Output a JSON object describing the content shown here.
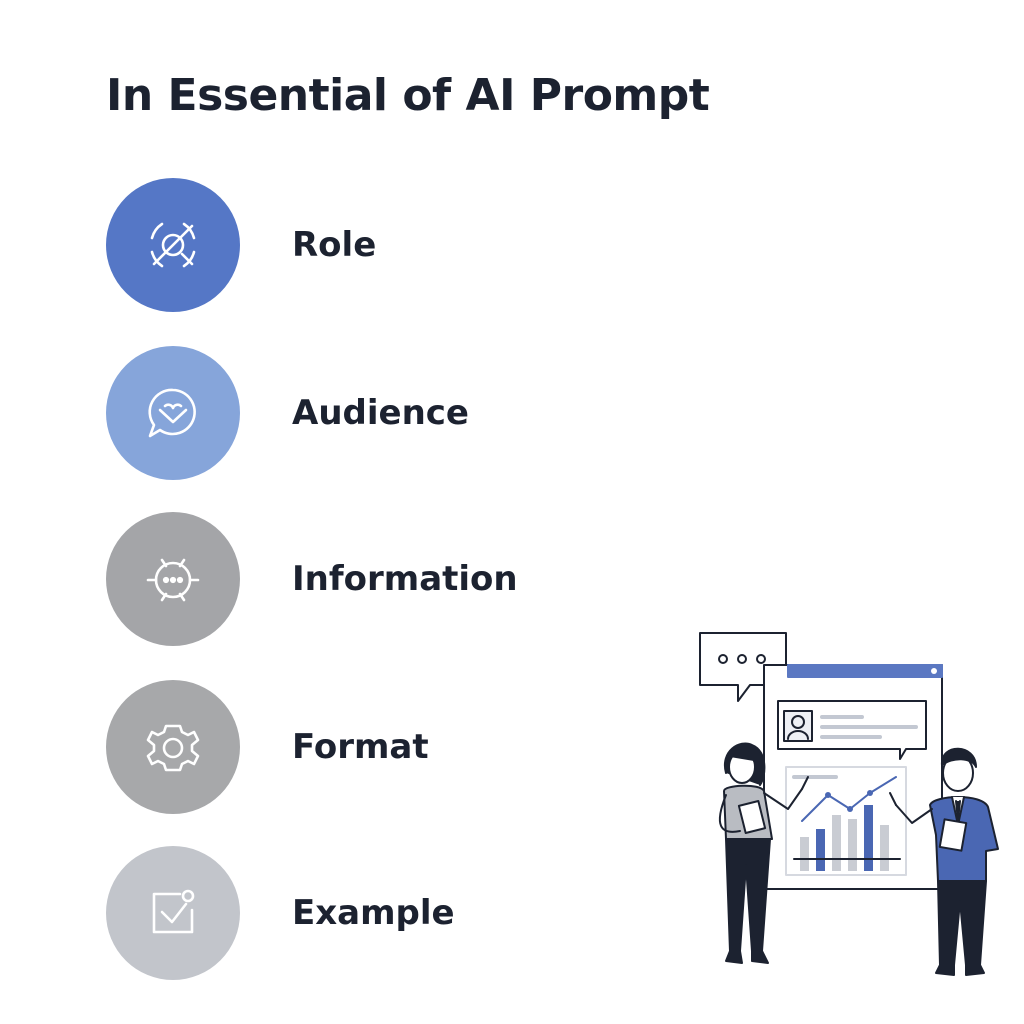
{
  "title": "In Essential of AI Prompt",
  "items": [
    {
      "label": "Role",
      "icon": "target-icon",
      "color": "#5577c6"
    },
    {
      "label": "Audience",
      "icon": "chat-heart-icon",
      "color": "#86a5da"
    },
    {
      "label": "Information",
      "icon": "bug-dots-icon",
      "color": "#a4a5a8"
    },
    {
      "label": "Format",
      "icon": "gear-bug-icon",
      "color": "#a7a8aa"
    },
    {
      "label": "Example",
      "icon": "checked-box-icon",
      "color": "#c2c5cb"
    }
  ],
  "accent_color": "#4a67b3"
}
